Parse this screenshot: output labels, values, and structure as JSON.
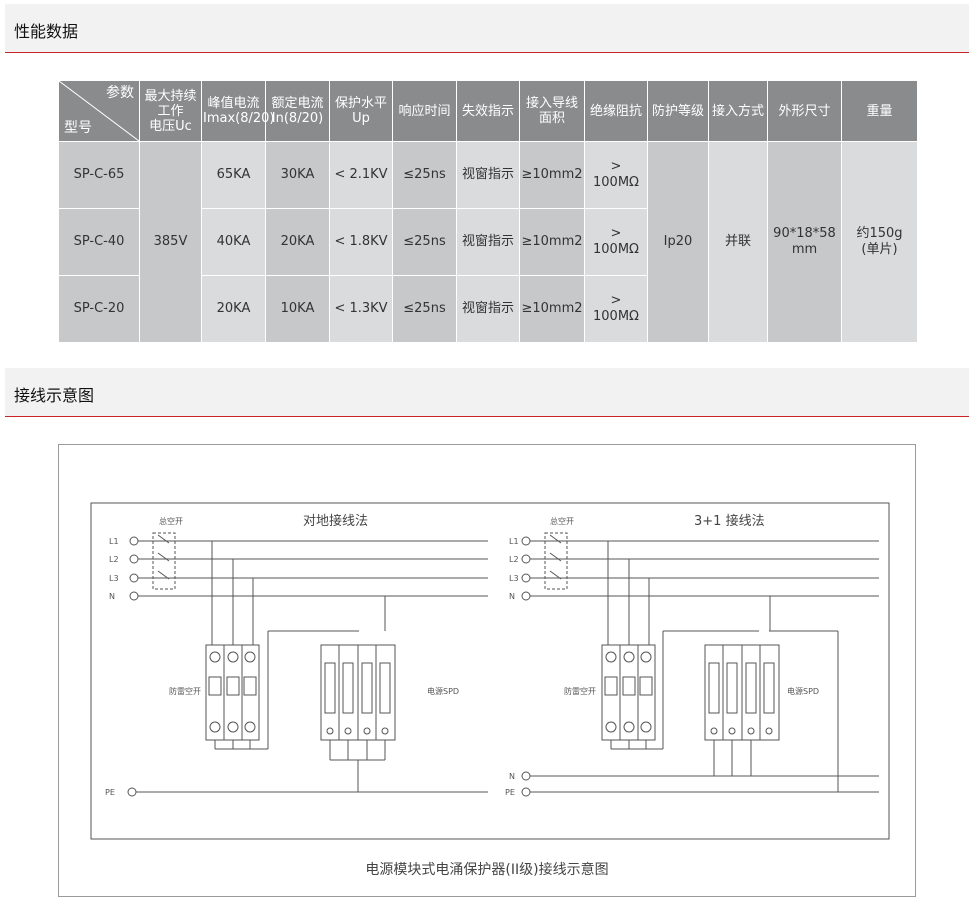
{
  "sections": {
    "performance_title": "性能数据",
    "wiring_title": "接线示意图"
  },
  "table": {
    "corner_top": "参数",
    "corner_bottom": "型号",
    "headers": [
      "最大持续\n工作\n电压Uc",
      "峰值电流\nImax(8/20)",
      "额定电流\nIn(8/20)",
      "保护水平\nUp",
      "响应时间",
      "失效指示",
      "接入导线\n面积",
      "绝缘阻抗",
      "防护等级",
      "接入方式",
      "外形尺寸",
      "重量"
    ],
    "models": [
      "SP-C-65",
      "SP-C-40",
      "SP-C-20"
    ],
    "uc": "385V",
    "imax": [
      "65KA",
      "40KA",
      "20KA"
    ],
    "in": [
      "30KA",
      "20KA",
      "10KA"
    ],
    "up": [
      "< 2.1KV",
      "< 1.8KV",
      "< 1.3KV"
    ],
    "response": [
      "≤25ns",
      "≤25ns",
      "≤25ns"
    ],
    "indicator": [
      "视窗指示",
      "视窗指示",
      "视窗指示"
    ],
    "wire": [
      "≥10mm2",
      "≥10mm2",
      "≥10mm2"
    ],
    "insulation": [
      "> 100MΩ",
      "> 100MΩ",
      "> 100MΩ"
    ],
    "protection": "Ip20",
    "connection": "并联",
    "dimensions": "90*18*58\nmm",
    "weight": "约150g\n(单片)"
  },
  "diagram": {
    "left_title": "对地接线法",
    "right_title": "3+1 接线法",
    "breaker_label": "总空开",
    "lines": [
      "L1",
      "L2",
      "L3",
      "N"
    ],
    "pe": "PE",
    "n": "N",
    "protector_breaker": "防雷空开",
    "spd": "电源SPD",
    "caption": "电源模块式电涌保护器(II级)接线示意图"
  }
}
